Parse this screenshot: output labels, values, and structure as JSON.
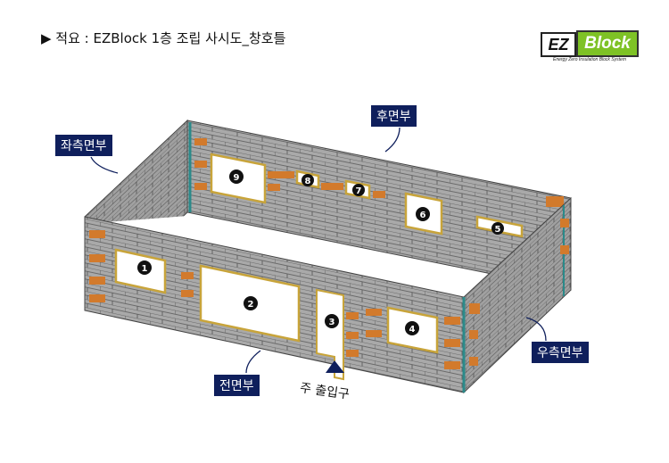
{
  "title": "▶ 적요 : EZBlock 1층 조립 사시도_창호틀",
  "logo": {
    "ez": "EZ",
    "block": "Block",
    "subtitle": "Energy Zero Insulation Block System"
  },
  "labels": {
    "left": "좌측면부",
    "back": "후면부",
    "front": "전면부",
    "right": "우측면부",
    "entrance": "주 출입구"
  },
  "openings": [
    "1",
    "2",
    "3",
    "4",
    "5",
    "6",
    "7",
    "8",
    "9"
  ],
  "colors": {
    "brick": "#a9a9a9",
    "accent_block": "#d27a2c",
    "label_bg": "#0f1f5c",
    "frame": "#c8a43a"
  }
}
